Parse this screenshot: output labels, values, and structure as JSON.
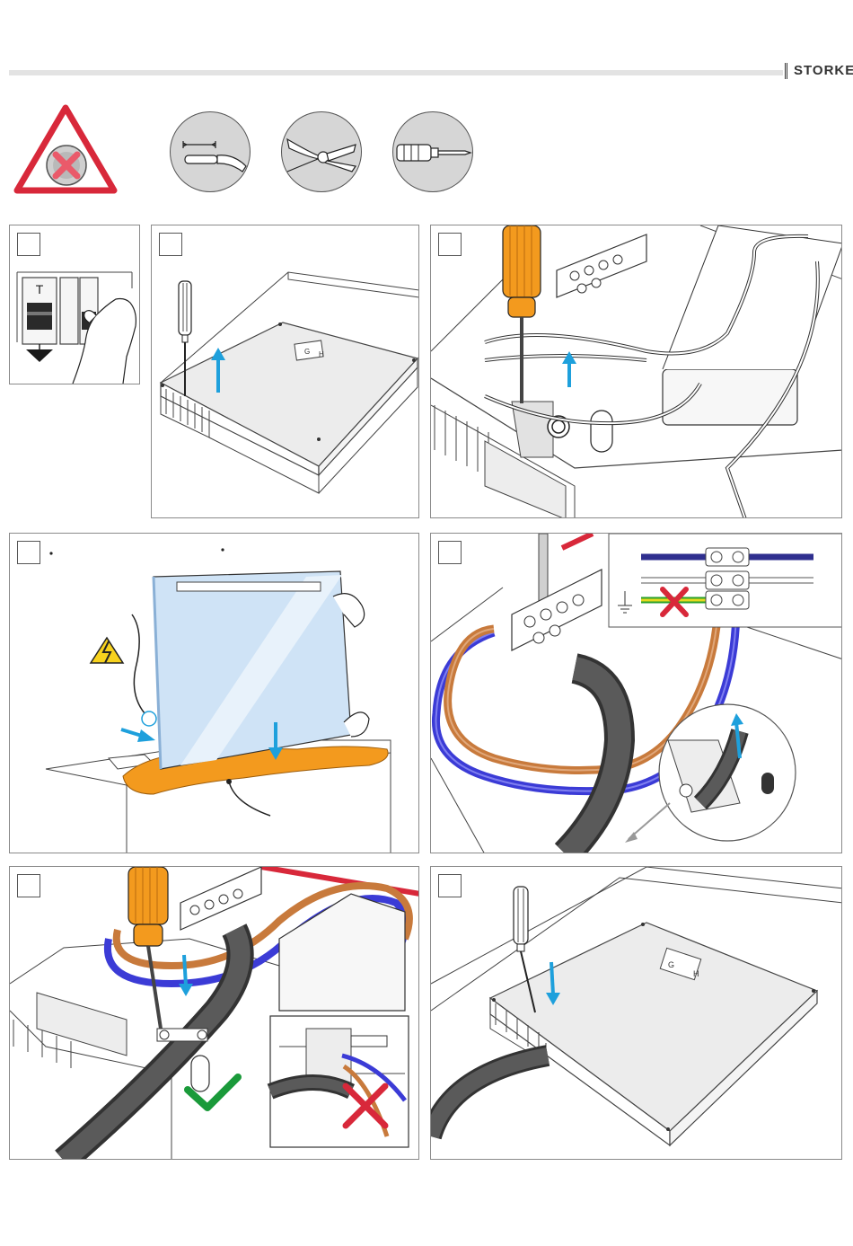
{
  "header": {
    "brand": "STORKE"
  },
  "warning": {
    "icon": "power-off-warning-icon"
  },
  "tools": [
    {
      "icon": "wire-stripper-measure-icon"
    },
    {
      "icon": "pliers-icon"
    },
    {
      "icon": "screwdriver-icon"
    }
  ],
  "steps": [
    {
      "id": 1,
      "icon": "breaker-switch-off-icon"
    },
    {
      "id": 2,
      "icon": "unscrew-cover-icon"
    },
    {
      "id": 3,
      "icon": "unscrew-terminal-icon"
    },
    {
      "id": 4,
      "icon": "mount-mirror-icon"
    },
    {
      "id": 5,
      "icon": "connect-wires-icon"
    },
    {
      "id": 6,
      "icon": "clamp-cable-icon"
    },
    {
      "id": 7,
      "icon": "close-cover-icon"
    }
  ],
  "labels": {
    "breaker_letter": "T",
    "cover_label_left": "G",
    "cover_label_right": "H"
  },
  "colors": {
    "accent_blue": "#1ea0dc",
    "orange": "#f39a1e",
    "warn_red": "#d8283a",
    "ok_green": "#1a9a3a",
    "wire_blue": "#3b3bd6",
    "wire_brown": "#c87a3c",
    "gray_panel": "#d6d6d6"
  }
}
